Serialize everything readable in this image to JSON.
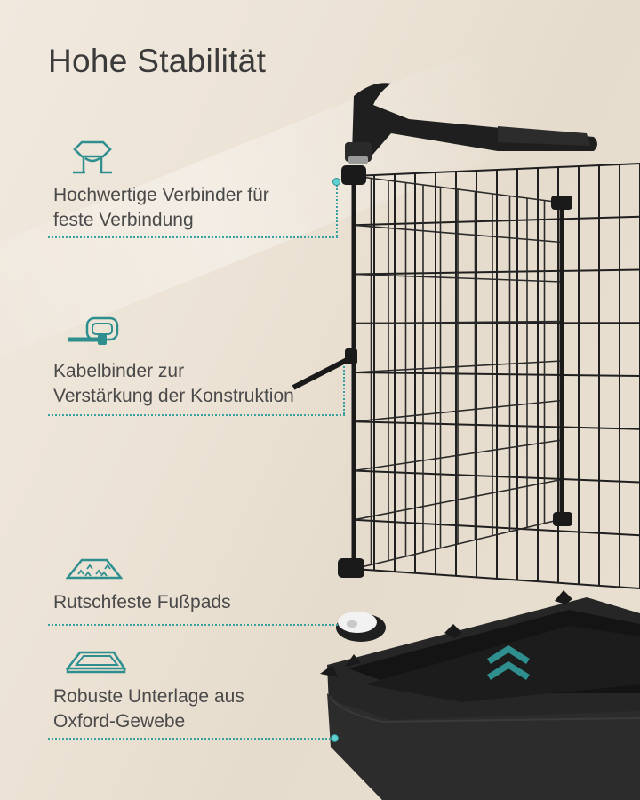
{
  "title": "Hohe Stabilität",
  "colors": {
    "accent": "#2f8f8f",
    "text": "#4a4a4a",
    "product": "#1f1f1f"
  },
  "features": [
    {
      "icon": "connector-icon",
      "line1": "Hochwertige Verbinder für",
      "line2": "feste Verbindung"
    },
    {
      "icon": "cable-tie-icon",
      "line1": "Kabelbinder zur",
      "line2": "Verstärkung der Konstruktion"
    },
    {
      "icon": "foot-pad-icon",
      "line1": "Rutschfeste Fußpads",
      "line2": ""
    },
    {
      "icon": "base-tray-icon",
      "line1": "Robuste Unterlage aus",
      "line2": "Oxford-Gewebe"
    }
  ]
}
